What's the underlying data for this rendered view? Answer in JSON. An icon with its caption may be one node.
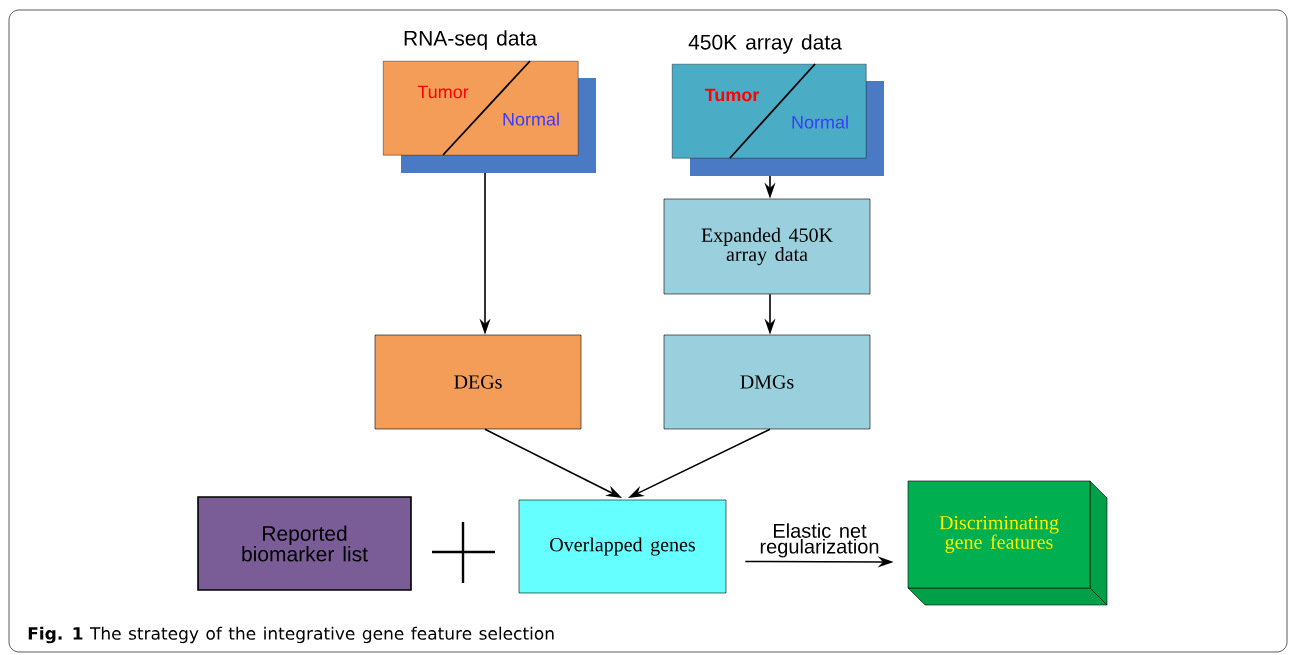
{
  "diagram": {
    "caption": "**Fig. 1** The strategy of the integrative gene feature selection",
    "nodes": [
      {
        "text": [
          "RNA-seq data",
          "Tumor",
          "Normal"
        ]
      },
      {
        "text": [
          "450K array data",
          "Tumor",
          "Normal"
        ]
      },
      {
        "text": [
          "Expanded 450K array data"
        ]
      },
      {
        "text": [
          "DEGs"
        ]
      },
      {
        "text": [
          "DMGs"
        ]
      },
      {
        "text": [
          "Reported biomarker list"
        ]
      },
      {
        "text": [
          "Overlapped genes"
        ]
      },
      {
        "text": [
          "Discriminating gene features"
        ]
      }
    ],
    "edges": [
      {
        "from": 0,
        "to": 3,
        "arrow": "to"
      },
      {
        "from": 1,
        "to": 2,
        "arrow": "to"
      },
      {
        "from": 2,
        "to": 4,
        "arrow": "to"
      },
      {
        "from": 3,
        "to": 6,
        "arrow": "to"
      },
      {
        "from": 4,
        "to": 6,
        "arrow": "to"
      },
      {
        "from": 6,
        "to": 7,
        "arrow": "to",
        "label": "Elastic net regularization"
      }
    ]
  }
}
